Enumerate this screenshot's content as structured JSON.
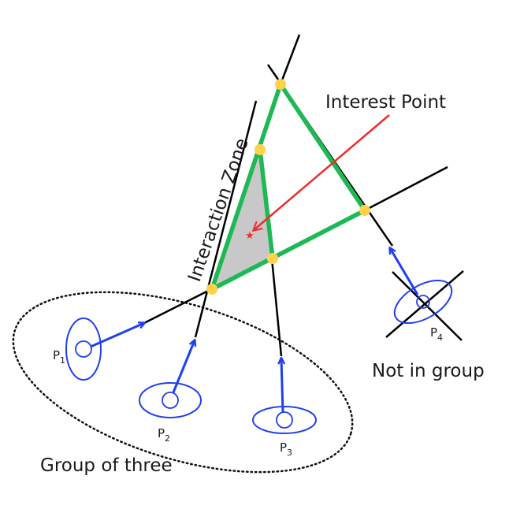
{
  "labels": {
    "interest_point": "Interest Point",
    "interaction_zone": "Interaction Zone",
    "not_in_group": "Not in group",
    "group_of_three": "Group of three"
  },
  "people": [
    {
      "letter": "P",
      "index": "1"
    },
    {
      "letter": "P",
      "index": "2"
    },
    {
      "letter": "P",
      "index": "3"
    },
    {
      "letter": "P",
      "index": "4"
    }
  ],
  "colors": {
    "direction_arrow": "#1f3ff0",
    "zone_edge": "#1db954",
    "intersection": "#ffd24a",
    "interest_arrow": "#ee2c2c",
    "zone_fill": "#c8c8c8",
    "sight_line": "#000000"
  }
}
